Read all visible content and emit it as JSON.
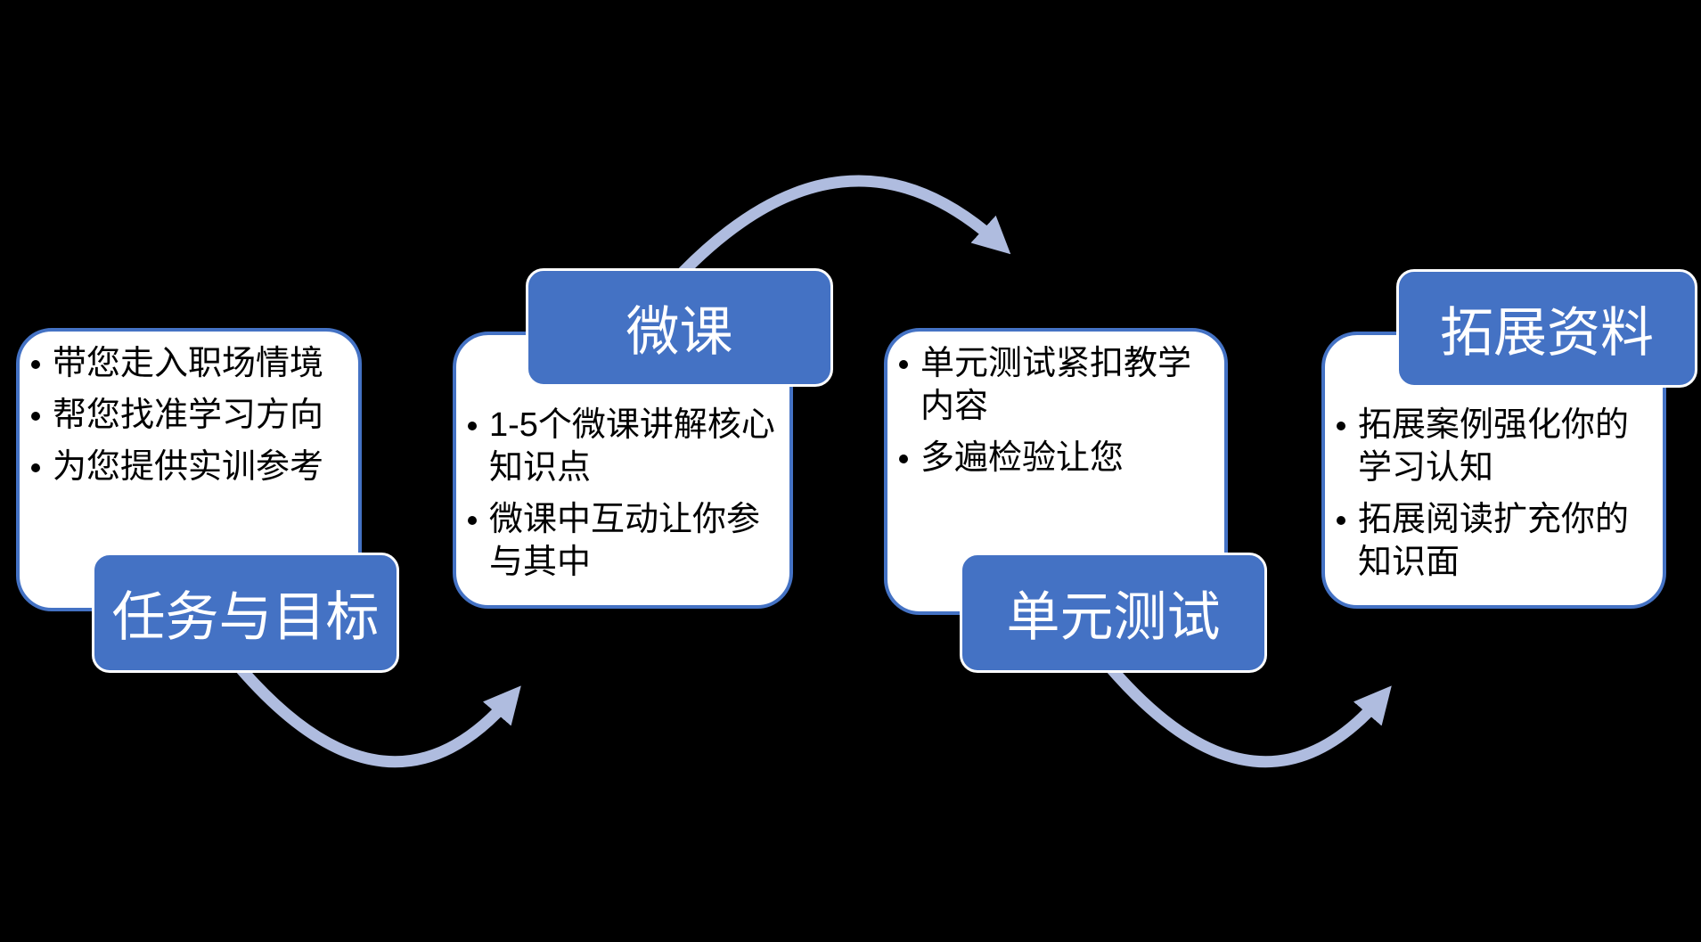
{
  "diagram": {
    "steps": [
      {
        "title": "任务与目标",
        "title_position": "bottom-overlap",
        "bullets": [
          "带您走入职场情境",
          "帮您找准学习方向",
          "为您提供实训参考"
        ]
      },
      {
        "title": "微课",
        "title_position": "top-overlap",
        "bullets": [
          "1-5个微课讲解核心知识点",
          "微课中互动让你参与其中"
        ]
      },
      {
        "title": "单元测试",
        "title_position": "bottom-overlap",
        "bullets": [
          "单元测试紧扣教学内容",
          "多遍检验让您"
        ]
      },
      {
        "title": "拓展资料",
        "title_position": "top-overlap",
        "bullets": [
          "拓展案例强化你的学习认知",
          "拓展阅读扩充你的知识面"
        ]
      }
    ],
    "arrows": [
      {
        "name": "micro-course-arch-over-top",
        "from": "微课",
        "to": "单元测试"
      },
      {
        "name": "tasks-swoop-under-bottom",
        "from": "任务与目标",
        "to": "微课"
      },
      {
        "name": "unit-test-swoop-under-bottom",
        "from": "单元测试",
        "to": "拓展资料"
      }
    ],
    "colors": {
      "accent": "#4472C4",
      "arrow": "#AFBCDF",
      "panel-bg": "#FFFFFF",
      "panel-border": "#4472C4",
      "title-text": "#FFFFFF",
      "body-text": "#000000",
      "background": "#000000"
    }
  }
}
